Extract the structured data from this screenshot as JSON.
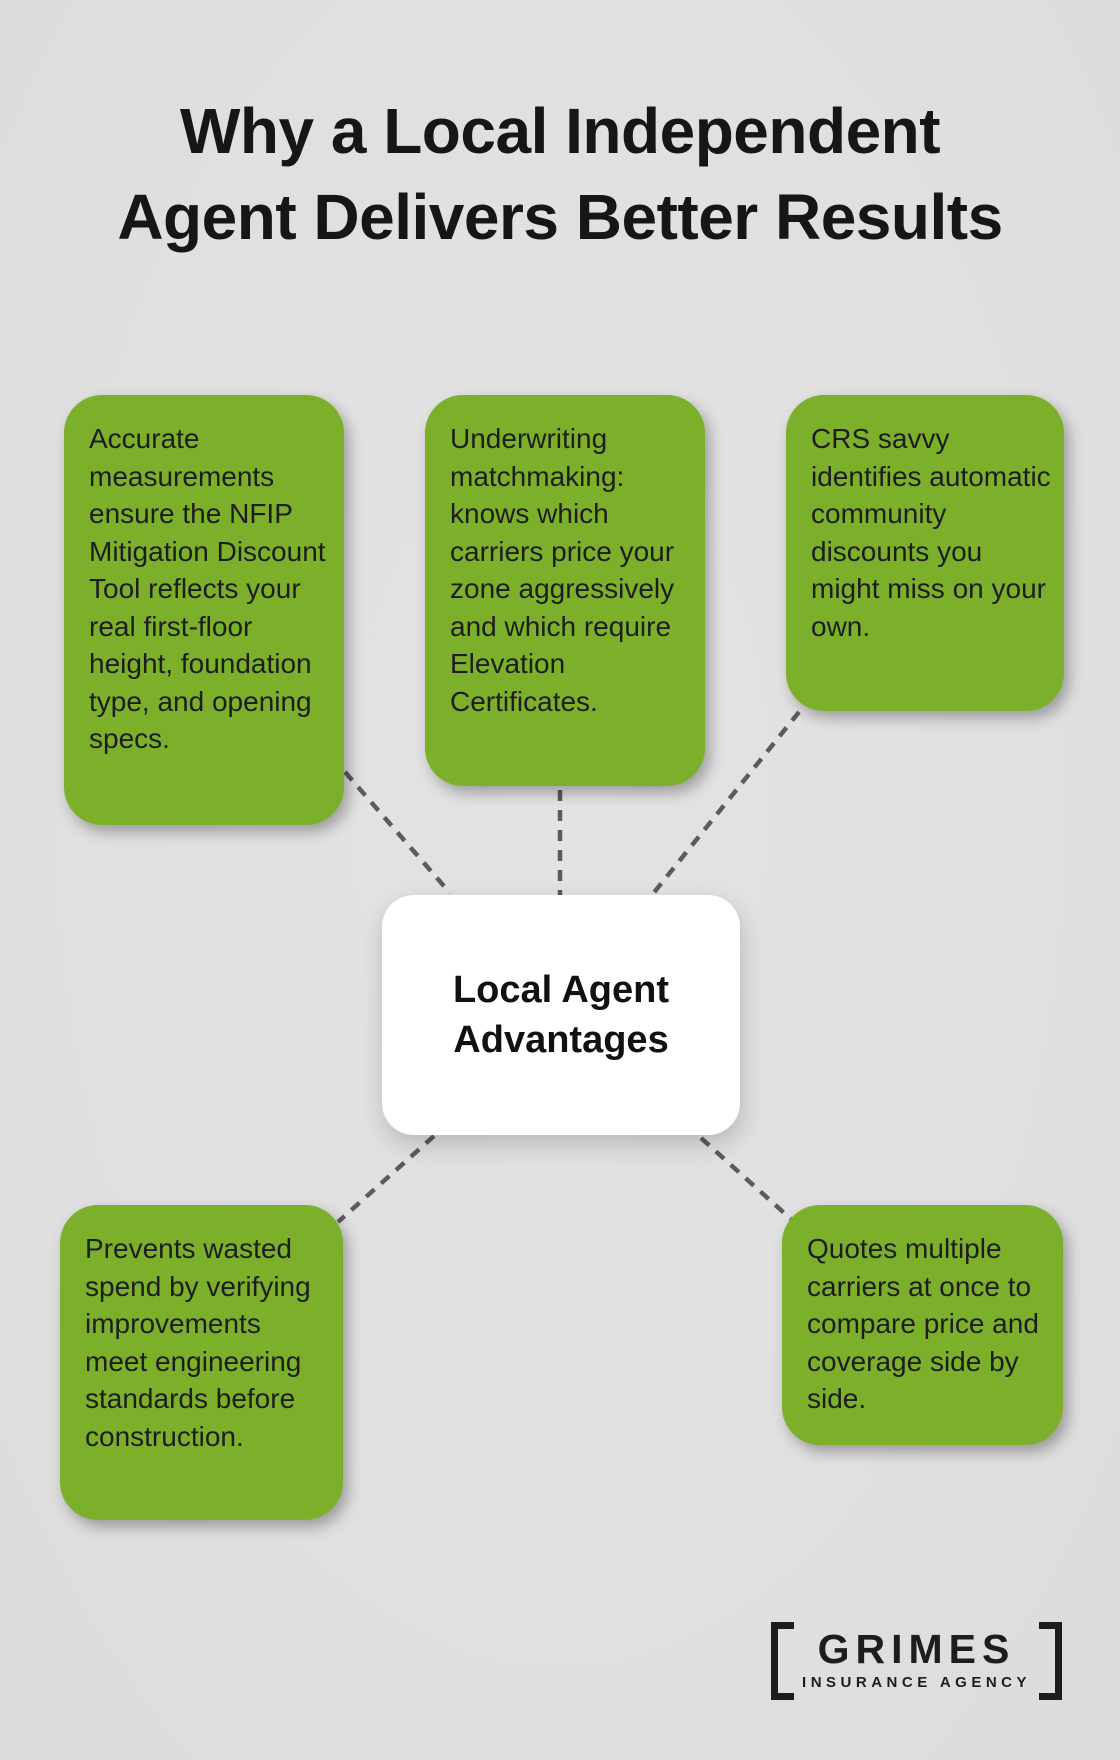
{
  "meta": {
    "background_color": "#dfe0df",
    "node_color": "#7db02a",
    "node_text_color": "#1d1d1d",
    "connector_color": "#5c5c5c",
    "center_card_color": "#ffffff"
  },
  "header": {
    "title_lines": [
      "Why a Local Independent",
      "Agent Delivers Better Results"
    ]
  },
  "center": {
    "title": "Local Agent Advantages"
  },
  "nodes": [
    {
      "id": "top-left",
      "text": "Accurate measurements ensure the NFIP Mitigation Discount Tool reflects your real first-floor height, foundation type, and opening specs."
    },
    {
      "id": "top-middle",
      "text": "Underwriting matchmaking: knows which carriers price your zone aggressively and which require Elevation Certificates."
    },
    {
      "id": "top-right",
      "text": "CRS savvy identifies automatic community discounts you might miss on your own."
    },
    {
      "id": "bottom-left",
      "text": "Prevents wasted spend by verifying improvements meet engineering standards before construction."
    },
    {
      "id": "bottom-right",
      "text": "Quotes multiple carriers at once to compare price and coverage side by side."
    }
  ],
  "logo": {
    "name": "GRIMES",
    "subtitle": "INSURANCE AGENCY",
    "brackets": "square-brackets"
  }
}
